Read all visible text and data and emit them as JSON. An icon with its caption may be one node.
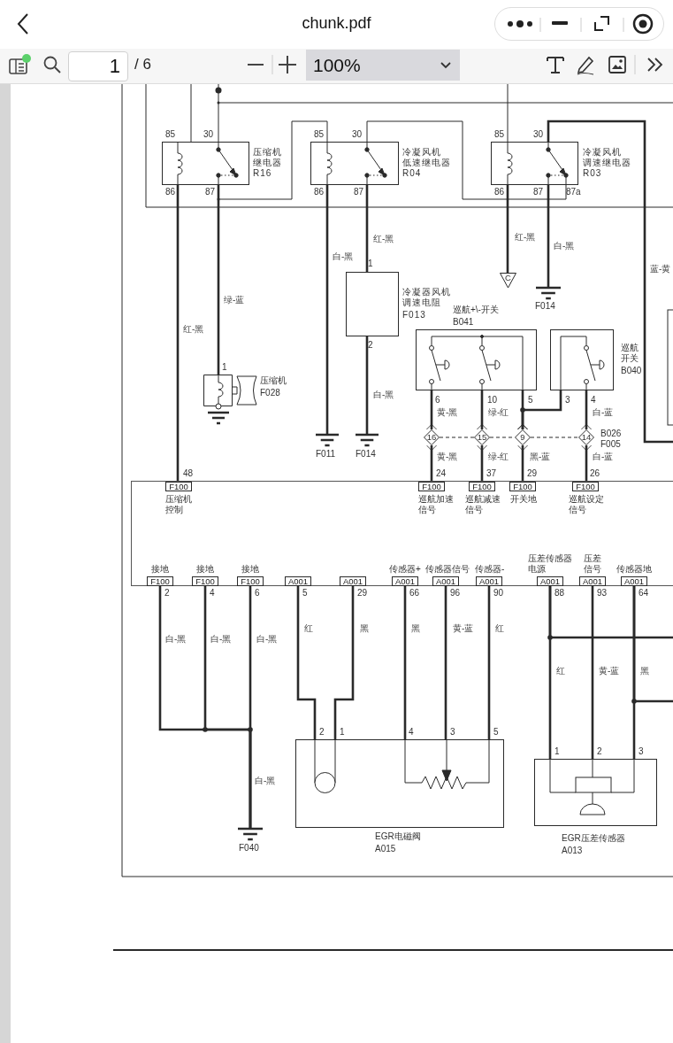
{
  "diagram": {
    "nodes": [
      {
        "text": [
          "压缩机继电器",
          "R16"
        ],
        "beside": [
          "85",
          "30",
          "86",
          "87"
        ]
      },
      {
        "text": [
          "冷凝风机低速继电器",
          "R04"
        ],
        "beside": [
          "85",
          "30",
          "86",
          "87"
        ]
      },
      {
        "text": [
          "冷凝风机调速继电器",
          "R03"
        ],
        "beside": [
          "85",
          "30",
          "86",
          "87",
          "87a"
        ]
      },
      {
        "text": [
          "C"
        ]
      },
      {
        "text": [
          "F014"
        ]
      },
      {
        "text": [
          "冷凝器风机调速电阻",
          "F013"
        ],
        "beside": [
          "1",
          "2"
        ]
      },
      {
        "text": [
          "压缩机",
          "F028"
        ],
        "beside": [
          "1"
        ]
      },
      {
        "text": [
          "F011"
        ]
      },
      {
        "text": [
          "F014"
        ]
      },
      {
        "text": [
          "巡航+\\-开关",
          "B041"
        ],
        "beside": [
          "6",
          "10",
          "5"
        ]
      },
      {
        "text": [
          "巡航开关",
          "B040"
        ],
        "beside": [
          "3",
          "4"
        ]
      },
      {
        "text": [
          "16"
        ]
      },
      {
        "text": [
          "15"
        ]
      },
      {
        "text": [
          "9"
        ]
      },
      {
        "text": [
          "14"
        ],
        "beside": [
          "B026 F005"
        ]
      },
      {
        "text": [],
        "shape": "box"
      },
      {
        "text": [
          "F100"
        ],
        "in": 15,
        "beside": [
          "48",
          "压缩机控制"
        ]
      },
      {
        "text": [
          "F100"
        ],
        "in": 15,
        "beside": [
          "24",
          "巡航加速信号"
        ]
      },
      {
        "text": [
          "F100"
        ],
        "in": 15,
        "beside": [
          "37",
          "巡航减速信号"
        ]
      },
      {
        "text": [
          "F100"
        ],
        "in": 15,
        "beside": [
          "29",
          "开关地"
        ]
      },
      {
        "text": [
          "F100"
        ],
        "in": 15,
        "beside": [
          "26",
          "巡航设定信号"
        ]
      },
      {
        "text": [
          "F100"
        ],
        "in": 15,
        "beside": [
          "接地",
          "2"
        ]
      },
      {
        "text": [
          "F100"
        ],
        "in": 15,
        "beside": [
          "接地",
          "4"
        ]
      },
      {
        "text": [
          "F100"
        ],
        "in": 15,
        "beside": [
          "接地",
          "6"
        ]
      },
      {
        "text": [
          "A001"
        ],
        "in": 15,
        "beside": [
          "5"
        ]
      },
      {
        "text": [
          "A001"
        ],
        "in": 15,
        "beside": [
          "29"
        ]
      },
      {
        "text": [
          "A001"
        ],
        "in": 15,
        "beside": [
          "传感器+",
          "66"
        ]
      },
      {
        "text": [
          "A001"
        ],
        "in": 15,
        "beside": [
          "传感器信号",
          "96"
        ]
      },
      {
        "text": [
          "A001"
        ],
        "in": 15,
        "beside": [
          "传感器-",
          "90"
        ]
      },
      {
        "text": [
          "A001"
        ],
        "in": 15,
        "beside": [
          "压差传感器电源",
          "88"
        ]
      },
      {
        "text": [
          "A001"
        ],
        "in": 15,
        "beside": [
          "压差信号",
          "93"
        ]
      },
      {
        "text": [
          "A001"
        ],
        "in": 15,
        "beside": [
          "传感器地",
          "64"
        ]
      },
      {
        "text": [
          "F040"
        ]
      },
      {
        "text": [
          "EGR电磁阀",
          "A015"
        ],
        "beside": [
          "2",
          "1",
          "4",
          "3",
          "5"
        ]
      },
      {
        "text": [
          "EGR压差传感器",
          "A013"
        ],
        "beside": [
          "1",
          "2",
          "3"
        ]
      }
    ],
    "edges": [
      {
        "from": 0,
        "to": 16,
        "arrow": "none",
        "label": "红-黑"
      },
      {
        "from": 0,
        "to": 6,
        "arrow": "none",
        "label": "绿-蓝"
      },
      {
        "from": 0,
        "to": 1,
        "arrow": "none"
      },
      {
        "from": 1,
        "to": 7,
        "arrow": "none",
        "label": "白-黑"
      },
      {
        "from": 1,
        "to": 5,
        "arrow": "none",
        "label": "红-黑"
      },
      {
        "from": 1,
        "to": 2,
        "arrow": "none"
      },
      {
        "from": 5,
        "to": 8,
        "arrow": "none",
        "label": "白-黑"
      },
      {
        "from": 2,
        "to": 3,
        "arrow": "none",
        "label": "红-黑"
      },
      {
        "from": 2,
        "to": 4,
        "arrow": "none",
        "label": "白-黑"
      },
      {
        "from": 2,
        "to": null,
        "arrow": "none",
        "label": "蓝-黄"
      },
      {
        "from": 9,
        "to": 11,
        "arrow": "other",
        "label": "黄-黑"
      },
      {
        "from": 17,
        "to": 11,
        "arrow": "other",
        "label": "黄-黑"
      },
      {
        "from": 9,
        "to": 12,
        "arrow": "other",
        "label": "绿-红"
      },
      {
        "from": 18,
        "to": 12,
        "arrow": "other",
        "label": "绿-红"
      },
      {
        "from": 9,
        "to": 13,
        "arrow": "other"
      },
      {
        "from": 10,
        "to": 13,
        "arrow": "other"
      },
      {
        "from": 19,
        "to": 13,
        "arrow": "other",
        "label": "黑-蓝"
      },
      {
        "from": 10,
        "to": 14,
        "arrow": "other",
        "label": "白-蓝"
      },
      {
        "from": 20,
        "to": 14,
        "arrow": "other",
        "label": "白-蓝"
      },
      {
        "from": 21,
        "to": 32,
        "arrow": "none",
        "label": "白-黑"
      },
      {
        "from": 22,
        "to": 32,
        "arrow": "none",
        "label": "白-黑"
      },
      {
        "from": 23,
        "to": 32,
        "arrow": "none",
        "label": "白-黑"
      },
      {
        "from": 24,
        "to": 33,
        "arrow": "none",
        "label": "红"
      },
      {
        "from": 25,
        "to": 33,
        "arrow": "none",
        "label": "黑"
      },
      {
        "from": 26,
        "to": 33,
        "arrow": "none",
        "label": "黑"
      },
      {
        "from": 27,
        "to": 33,
        "arrow": "none",
        "label": "黄-蓝"
      },
      {
        "from": 28,
        "to": 33,
        "arrow": "none",
        "label": "红"
      },
      {
        "from": 29,
        "to": 34,
        "arrow": "none",
        "label": "红"
      },
      {
        "from": 30,
        "to": 34,
        "arrow": "none",
        "label": "黄-蓝"
      },
      {
        "from": 31,
        "to": 34,
        "arrow": "none",
        "label": "黑"
      },
      {
        "from": 29,
        "to": null,
        "arrow": "none"
      },
      {
        "from": 31,
        "to": null,
        "arrow": "none"
      },
      {
        "from": 11,
        "to": 12,
        "arrow": "none",
        "style": "dashed"
      },
      {
        "from": 12,
        "to": 13,
        "arrow": "none",
        "style": "dashed"
      },
      {
        "from": 13,
        "to": 14,
        "arrow": "none",
        "style": "dashed"
      }
    ],
    "labels": [
      "chunk.pdf",
      "1",
      "/ 6",
      "100%",
      "白-黑"
    ]
  }
}
